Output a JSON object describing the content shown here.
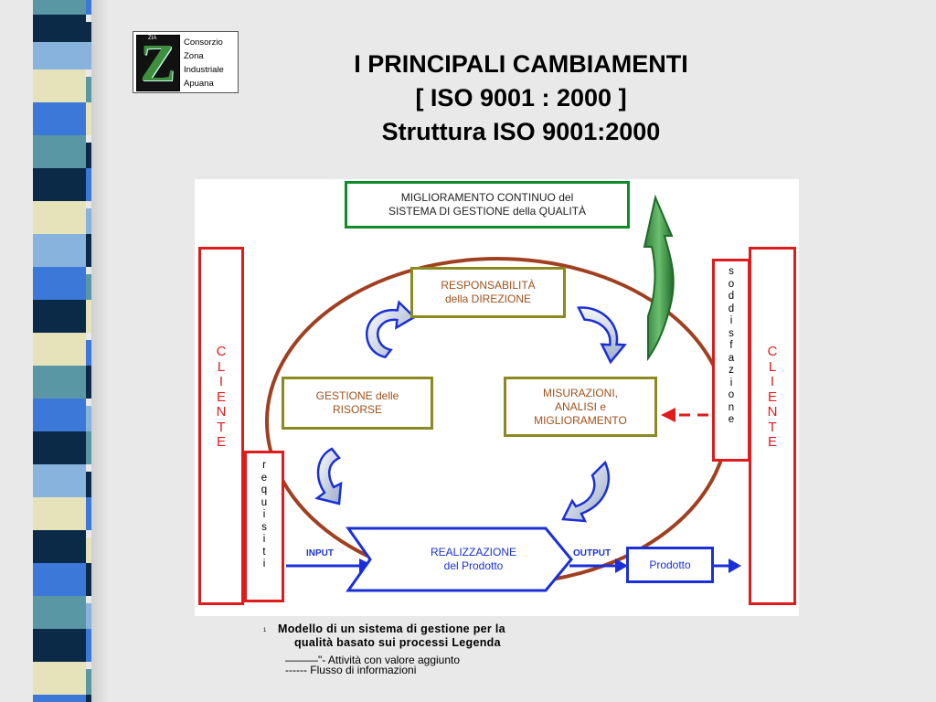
{
  "logo": {
    "letter": "Z",
    "small": "ZIA",
    "lines": [
      "Consorzio",
      "Zona",
      "Industriale",
      "Apuana"
    ]
  },
  "title": {
    "line1": "I PRINCIPALI CAMBIAMENTI",
    "line2": "[ ISO 9001 : 2000 ]",
    "line3": "Struttura ISO 9001:2000"
  },
  "diagram": {
    "miglioramento": [
      "MIGLIORAMENTO CONTINUO del",
      "SISTEMA DI GESTIONE della QUALITÀ"
    ],
    "responsabilita": [
      "RESPONSABILITÀ",
      "della DIREZIONE"
    ],
    "gestione": [
      "GESTIONE delle",
      "RISORSE"
    ],
    "misurazioni": [
      "MISURAZIONI,",
      "ANALISI  e",
      "MIGLIORAMENTO"
    ],
    "realizzazione": [
      "REALIZZAZIONE",
      "del Prodotto"
    ],
    "prodotto": "Prodotto",
    "input_label": "INPUT",
    "output_label": "OUTPUT",
    "cliente_left": [
      "C",
      "L",
      "I",
      "E",
      "N",
      "T",
      "E"
    ],
    "cliente_right": [
      "C",
      "L",
      "I",
      "E",
      "N",
      "T",
      "E"
    ],
    "requisiti": [
      "r",
      "e",
      "q",
      "u",
      "i",
      "s",
      "i",
      "t",
      "i"
    ],
    "soddisfazione": [
      "s",
      "o",
      "d",
      "d",
      "i",
      "s",
      "f",
      "a",
      "z",
      "i",
      "o",
      "n",
      "e"
    ]
  },
  "caption": {
    "number": "1",
    "line1": "Modello di un sistema di gestione per la",
    "line2": "qualità basato sui processi Legenda",
    "legend1": "———\"-   Attività con valore aggiunto",
    "legend2": "------   Flusso di informazioni"
  },
  "colors": {
    "olive": "#8a8a20",
    "green": "#118a2a",
    "red": "#e01b1b",
    "blue": "#1a2fd8",
    "ellipse": "#a04020"
  }
}
